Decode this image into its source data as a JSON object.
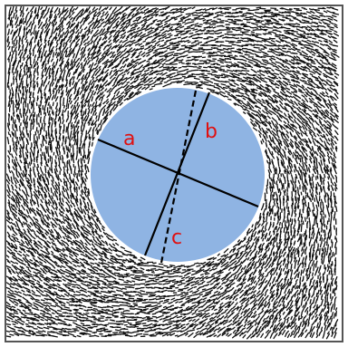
{
  "diagram": {
    "labels": {
      "a": "a",
      "b": "b",
      "c": "c"
    },
    "colors": {
      "background": "#ffffff",
      "iron_filings": "#111111",
      "disk_fill": "#8fb4e3",
      "lines": "#000000",
      "label_text": "#e01010",
      "frame": "#555555"
    }
  }
}
